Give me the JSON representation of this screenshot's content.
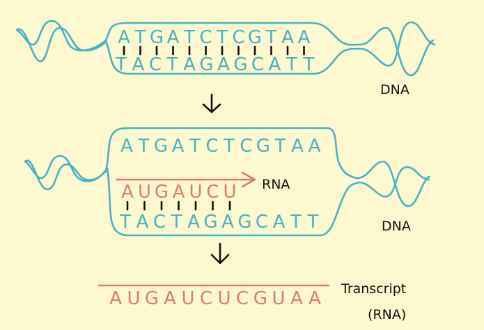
{
  "top_strand_1": [
    "A",
    "T",
    "G",
    "A",
    "T",
    "C",
    "T",
    "C",
    "G",
    "T",
    "A",
    "A"
  ],
  "bottom_strand_1": [
    "T",
    "A",
    "C",
    "T",
    "A",
    "G",
    "A",
    "G",
    "C",
    "A",
    "T",
    "T"
  ],
  "top_strand_2": [
    "A",
    "T",
    "G",
    "A",
    "T",
    "C",
    "T",
    "C",
    "G",
    "T",
    "A",
    "A"
  ],
  "rna_strand_2": [
    "A",
    "U",
    "G",
    "A",
    "U",
    "C",
    "U"
  ],
  "bottom_strand_2": [
    "T",
    "A",
    "C",
    "T",
    "A",
    "G",
    "A",
    "G",
    "C",
    "A",
    "T",
    "T"
  ],
  "transcript": [
    "A",
    "U",
    "G",
    "A",
    "U",
    "C",
    "U",
    "C",
    "G",
    "U",
    "A",
    "A"
  ],
  "labels": {
    "dna_1": "DNA",
    "rna_arrow": "RNA",
    "dna_2": "DNA",
    "transcript_line1": "Transcript",
    "transcript_line2": "(RNA)"
  },
  "colors": {
    "dna": "#45b3c8",
    "rna": "#e07b6b",
    "ink": "#111111",
    "background": "#fdf8cf"
  }
}
